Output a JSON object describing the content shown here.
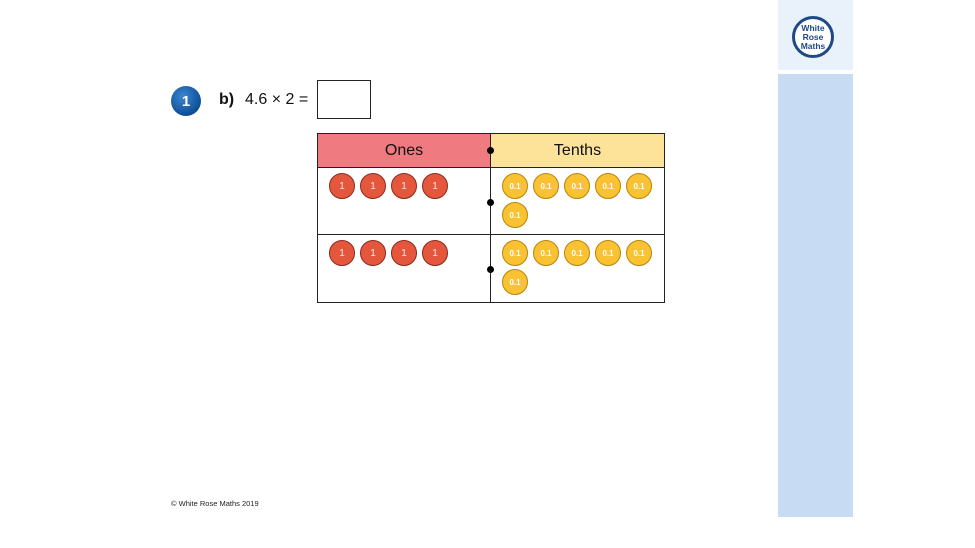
{
  "brand": {
    "logo_lines": [
      "White",
      "Rose",
      "Maths"
    ]
  },
  "question": {
    "number": "1",
    "part": "b)",
    "expression": "4.6 × 2 =",
    "answer": ""
  },
  "chart": {
    "headers": {
      "ones": "Ones",
      "tenths": "Tenths"
    },
    "rows": [
      {
        "ones": [
          "1",
          "1",
          "1",
          "1"
        ],
        "tenths": [
          "0.1",
          "0.1",
          "0.1",
          "0.1",
          "0.1",
          "0.1"
        ]
      },
      {
        "ones": [
          "1",
          "1",
          "1",
          "1"
        ],
        "tenths": [
          "0.1",
          "0.1",
          "0.1",
          "0.1",
          "0.1",
          "0.1"
        ]
      }
    ]
  },
  "footer": {
    "copyright": "© White Rose Maths 2019"
  },
  "colors": {
    "ones_header": "#ef7a80",
    "tenths_header": "#fde29a",
    "ones_counter": "#e4573d",
    "tenths_counter": "#f8c233",
    "sidebar": "#c7dcf3",
    "badge": "#0d4f97"
  }
}
